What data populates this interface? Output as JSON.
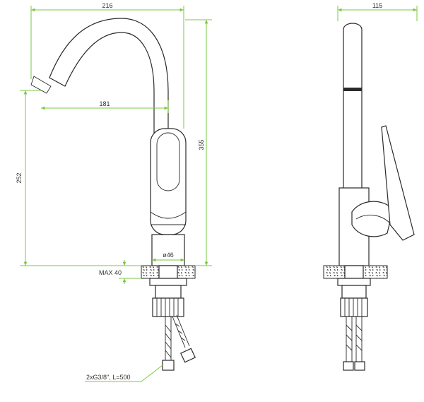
{
  "colors": {
    "dimension_line": "#7ac943",
    "outline": "#2a2a2a",
    "background": "#ffffff"
  },
  "front_view": {
    "dim_total_width": "216",
    "dim_spout_reach": "181",
    "dim_spout_height": "252",
    "dim_total_height": "355",
    "dim_base_diameter": "ø46",
    "dim_max_counter": "MAX 40",
    "hose_note": "2xG3/8\", L=500"
  },
  "side_view": {
    "dim_depth": "115"
  }
}
